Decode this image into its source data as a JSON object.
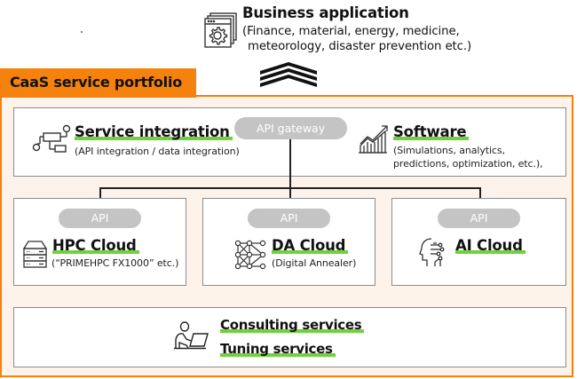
{
  "header": {
    "title": "Business application",
    "description_lines": [
      "(Finance, material, energy, medicine,",
      "meteorology, disaster prevention etc.)"
    ],
    "icon": "app-window-gear-icon"
  },
  "portfolio": {
    "title": "CaaS service portfolio",
    "accent_color": "#f5820c",
    "background_color": "#fdf3ea",
    "highlight_color": "#6fd23a"
  },
  "gateway": {
    "label": "API gateway"
  },
  "service_integration": {
    "title": "Service integration",
    "subtitle": "(API integration / data integration)",
    "icon": "workflow-icon"
  },
  "software": {
    "title": "Software",
    "subtitle_lines": [
      "(Simulations, analytics,",
      "predictions, optimization, etc.),"
    ],
    "icon": "growth-chart-icon"
  },
  "clouds": [
    {
      "api_label": "API",
      "title": "HPC Cloud",
      "subtitle": "(“PRIMEHPC FX1000” etc.)",
      "icon": "server-icon"
    },
    {
      "api_label": "API",
      "title": "DA Cloud",
      "subtitle": "(Digital Annealer)",
      "icon": "network-nodes-icon"
    },
    {
      "api_label": "API",
      "title": "AI Cloud",
      "subtitle": "",
      "icon": "ai-head-icon"
    }
  ],
  "services": {
    "consulting": "Consulting services",
    "tuning": "Tuning services",
    "icon": "person-laptop-icon"
  }
}
